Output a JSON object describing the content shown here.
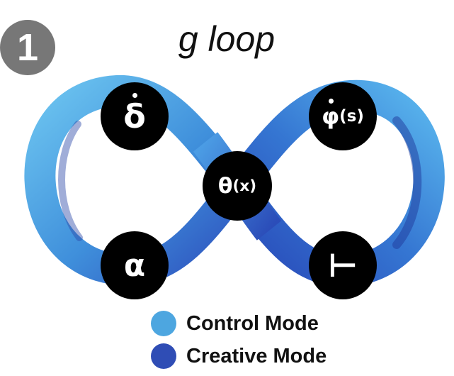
{
  "badge": {
    "number": "1",
    "color": "#777777"
  },
  "title": "g loop",
  "nodes": {
    "delta": "δ",
    "phi": "φ",
    "phi_sub": "(s)",
    "theta": "θ",
    "theta_sub": "(x)",
    "alpha": "α",
    "tack": "⊢"
  },
  "legend": {
    "control": {
      "label": "Control Mode",
      "color": "#4da6e0"
    },
    "creative": {
      "label": "Creative Mode",
      "color": "#2f4db5"
    }
  },
  "colors": {
    "loop_light": "#4eaee8",
    "loop_dark": "#2d4fbd",
    "node_fill": "#000000"
  }
}
